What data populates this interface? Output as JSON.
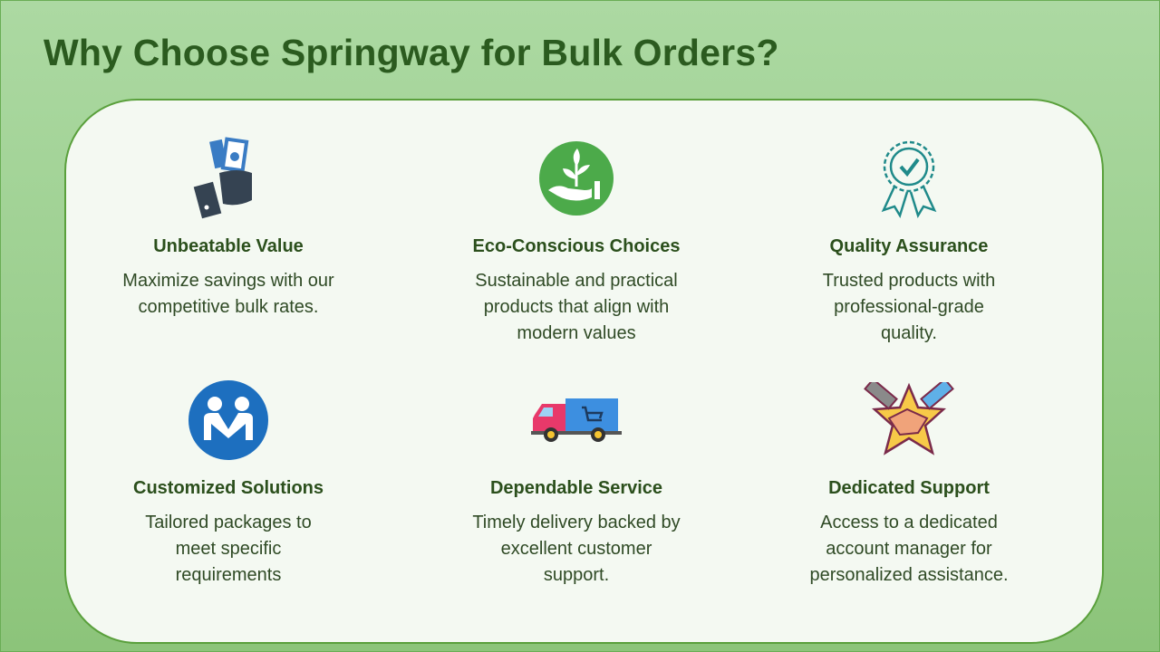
{
  "title": "Why Choose Springway for Bulk Orders?",
  "cards": [
    {
      "title": "Unbeatable Value",
      "desc": [
        "Maximize savings with our",
        "competitive bulk rates."
      ],
      "icon": "money-hand-icon"
    },
    {
      "title": "Eco-Conscious Choices",
      "desc": [
        "Sustainable and practical",
        "products that align with",
        "modern values"
      ],
      "icon": "plant-hand-icon"
    },
    {
      "title": "Quality Assurance",
      "desc": [
        "Trusted products with",
        "professional-grade",
        "quality."
      ],
      "icon": "award-badge-icon"
    },
    {
      "title": "Customized Solutions",
      "desc": [
        "Tailored packages to",
        "meet specific",
        "requirements"
      ],
      "icon": "handshake-people-icon"
    },
    {
      "title": "Dependable Service",
      "desc": [
        "Timely delivery backed by",
        "excellent customer",
        "support."
      ],
      "icon": "delivery-truck-icon"
    },
    {
      "title": "Dedicated Support",
      "desc": [
        "Access to a dedicated",
        "account manager for",
        "personalized assistance."
      ],
      "icon": "handshake-star-icon"
    }
  ],
  "colors": {
    "title": "#2b5b1f",
    "panel_border": "#5aa03c",
    "panel_bg": "#f4f9f2"
  }
}
